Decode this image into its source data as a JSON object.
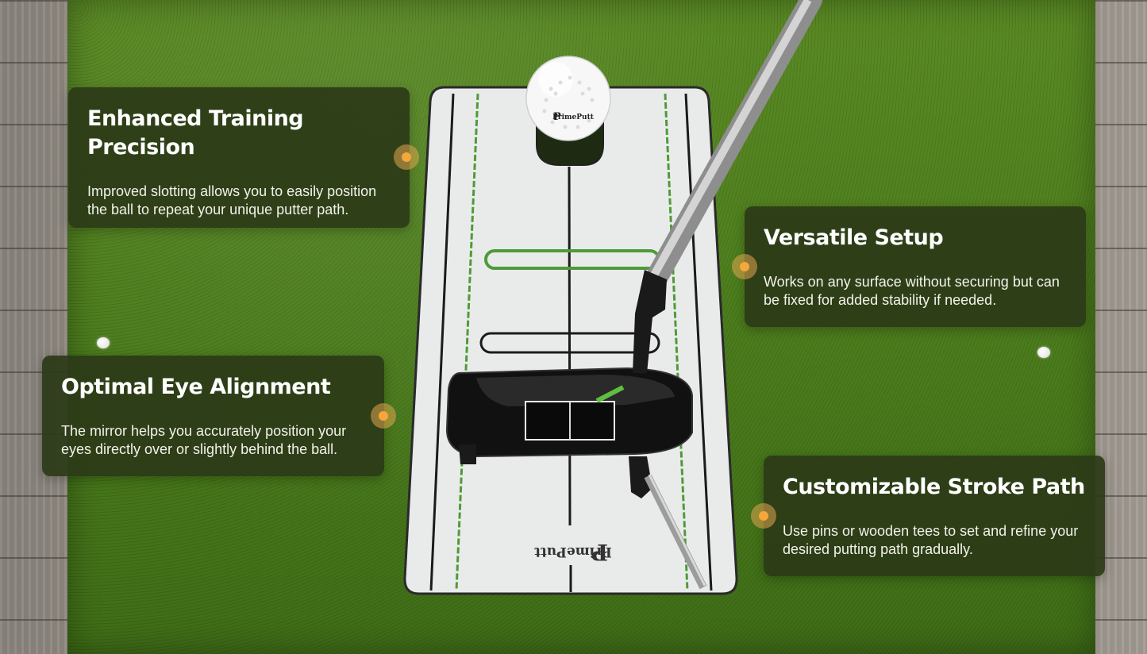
{
  "mat_brand": "PrimePutt",
  "ball_brand": "PrimePutt",
  "colors": {
    "card_background": "#2c3a18",
    "marker": "#f4a83a",
    "turf": "#4d7e1d",
    "guide_line_green": "#4f9a3a"
  },
  "features": [
    {
      "title": "Enhanced Training Precision",
      "description": "Improved slotting allows you to easily position the ball to repeat your unique putter path."
    },
    {
      "title": "Versatile Setup",
      "description": "Works on any surface without securing but can be fixed for added stability if needed."
    },
    {
      "title": "Optimal Eye Alignment",
      "description": "The mirror helps you accurately position your eyes directly over or slightly behind the ball."
    },
    {
      "title": "Customizable Stroke Path",
      "description": "Use pins or wooden tees to set and refine your desired putting path gradually."
    }
  ]
}
